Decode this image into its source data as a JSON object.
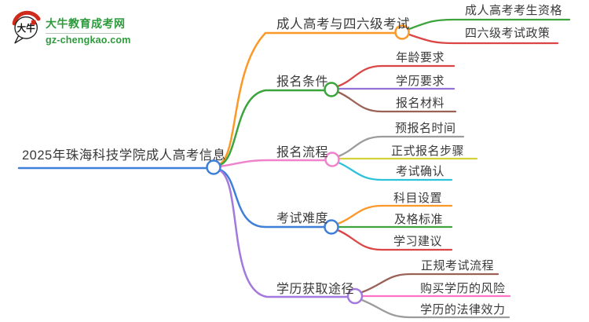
{
  "logo": {
    "title": "大牛教育成考网",
    "url": "gz-chengkao.com",
    "icon_text": "大牛",
    "brand_green": "#2f9a3d",
    "seal_red": "#cf2a1b"
  },
  "mindmap": {
    "root": {
      "label": "2025年珠海科技学院成人高考信息",
      "color": "#3e7fd9"
    },
    "branches": [
      {
        "label": "成人高考与四六级考试",
        "color": "#fb9827",
        "children": [
          {
            "label": "成人高考考生资格",
            "color": "#3da43d"
          },
          {
            "label": "四六级考试政策",
            "color": "#dc4545"
          }
        ]
      },
      {
        "label": "报名条件",
        "color": "#3da43d",
        "children": [
          {
            "label": "年龄要求",
            "color": "#dc4545"
          },
          {
            "label": "学历要求",
            "color": "#9272d4"
          },
          {
            "label": "报名材料",
            "color": "#9a6257"
          }
        ]
      },
      {
        "label": "报名流程",
        "color": "#ef82ca",
        "children": [
          {
            "label": "预报名时间",
            "color": "#9c9c9c"
          },
          {
            "label": "正式报名步骤",
            "color": "#d2d23a"
          },
          {
            "label": "考试确认",
            "color": "#2cc3da"
          }
        ]
      },
      {
        "label": "考试难度",
        "color": "#3e7fd9",
        "children": [
          {
            "label": "科目设置",
            "color": "#fb9827"
          },
          {
            "label": "及格标准",
            "color": "#3da43d"
          },
          {
            "label": "学习建议",
            "color": "#dc4545"
          }
        ]
      },
      {
        "label": "学历获取途径",
        "color": "#a379dd",
        "children": [
          {
            "label": "正规考试流程",
            "color": "#9a6257"
          },
          {
            "label": "购买学历的风险",
            "color": "#ff72c5"
          },
          {
            "label": "学历的法律效力",
            "color": "#9c9c9c"
          }
        ]
      }
    ]
  }
}
